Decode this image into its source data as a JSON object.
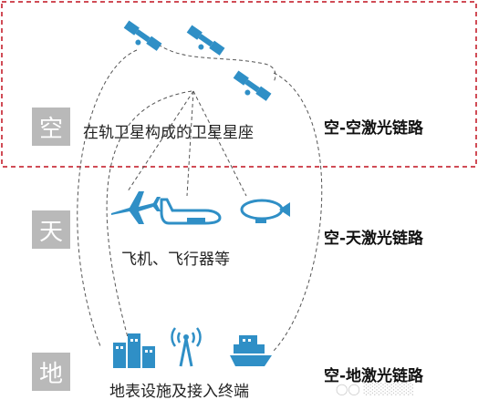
{
  "layers": {
    "space": {
      "badge": "空",
      "caption": "在轨卫星构成的卫星星座",
      "link_label": "空-空激光链路"
    },
    "sky": {
      "badge": "天",
      "caption": "飞机、飞行器等",
      "link_label": "空-天激光链路"
    },
    "ground": {
      "badge": "地",
      "caption": "地表设施及接入终端",
      "link_label": "空-地激光链路"
    }
  },
  "watermark": "◯◯ ░░░░░░",
  "colors": {
    "accent_blue": "#2f8fc6",
    "space_border": "#c0111f",
    "badge_bg": "#b9b9b9",
    "dashed_lines": "#555555"
  },
  "icons": {
    "satellites": [
      "satellite-icon",
      "satellite-icon",
      "satellite-icon"
    ],
    "sky": [
      "airplane-icon",
      "airliner-icon",
      "airship-icon"
    ],
    "ground": [
      "buildings-icon",
      "antenna-tower-icon",
      "ship-icon"
    ]
  }
}
